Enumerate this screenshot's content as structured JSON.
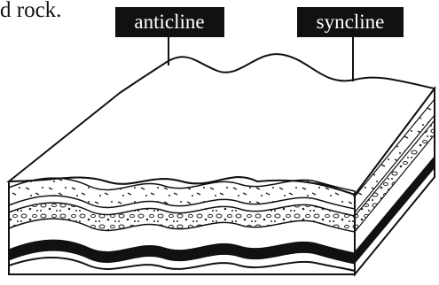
{
  "intro_text": "d rock.",
  "labels": {
    "anticline": "anticline",
    "syncline": "syncline"
  },
  "colors": {
    "ink": "#111111",
    "label_bg": "#111111",
    "label_text": "#ffffff",
    "paper": "#ffffff"
  }
}
